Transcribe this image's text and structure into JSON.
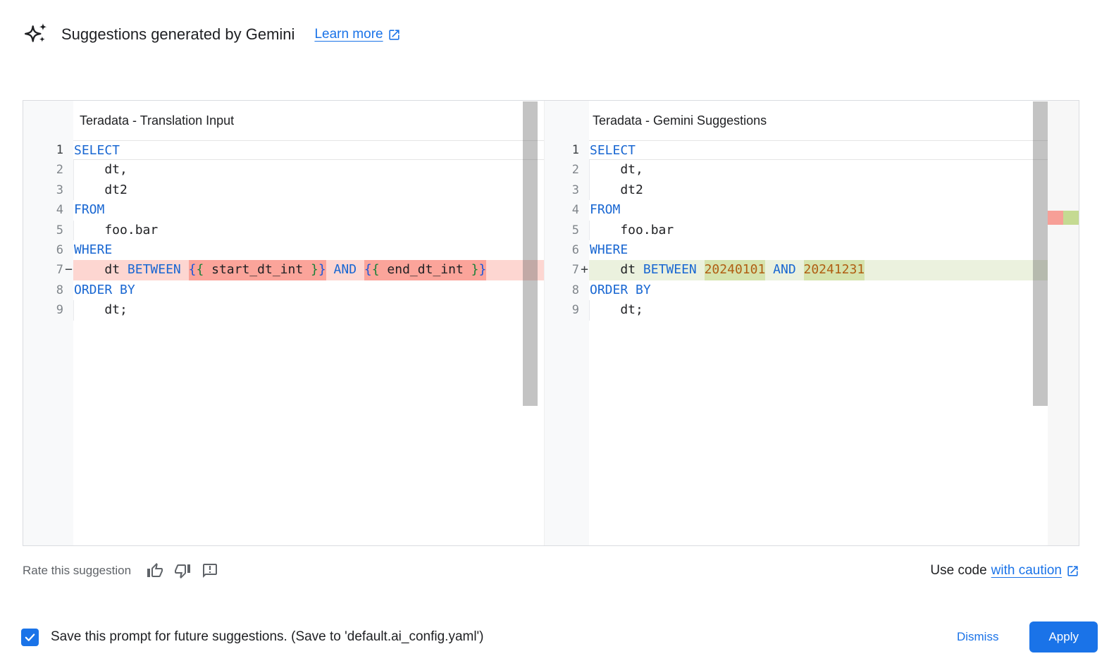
{
  "header": {
    "title": "Suggestions generated by Gemini",
    "learn_more_label": "Learn more"
  },
  "panels": [
    {
      "title": "Teradata - Translation Input",
      "lines": [
        {
          "n": "1",
          "active": true,
          "tokens": [
            {
              "t": "SELECT",
              "c": "kw"
            }
          ]
        },
        {
          "n": "2",
          "indent": true,
          "tokens": [
            {
              "t": "    dt,",
              "c": "pl"
            }
          ]
        },
        {
          "n": "3",
          "indent": true,
          "tokens": [
            {
              "t": "    dt2",
              "c": "pl"
            }
          ]
        },
        {
          "n": "4",
          "tokens": [
            {
              "t": "FROM",
              "c": "kw"
            }
          ]
        },
        {
          "n": "5",
          "indent": true,
          "tokens": [
            {
              "t": "    foo.bar",
              "c": "pl"
            }
          ]
        },
        {
          "n": "6",
          "tokens": [
            {
              "t": "WHERE",
              "c": "kw"
            }
          ]
        },
        {
          "n": "7",
          "sign": "−",
          "hl": "del",
          "tokens": [
            {
              "t": "    ",
              "c": "pl"
            },
            {
              "t": "dt",
              "c": "pl"
            },
            {
              "t": " ",
              "c": "pl"
            },
            {
              "t": "BETWEEN",
              "c": "kw"
            },
            {
              "t": " ",
              "c": "pl"
            },
            {
              "t": "{",
              "c": "brb",
              "hl": "del"
            },
            {
              "t": "{",
              "c": "brg",
              "hl": "del"
            },
            {
              "t": " start_dt_int ",
              "c": "pl",
              "hl": "del"
            },
            {
              "t": "}",
              "c": "brg",
              "hl": "del"
            },
            {
              "t": "}",
              "c": "brb",
              "hl": "del"
            },
            {
              "t": " ",
              "c": "pl"
            },
            {
              "t": "AND",
              "c": "kw"
            },
            {
              "t": " ",
              "c": "pl"
            },
            {
              "t": "{",
              "c": "brb",
              "hl": "del"
            },
            {
              "t": "{",
              "c": "brg",
              "hl": "del"
            },
            {
              "t": " end_dt_int ",
              "c": "pl",
              "hl": "del"
            },
            {
              "t": "}",
              "c": "brg",
              "hl": "del"
            },
            {
              "t": "}",
              "c": "brb",
              "hl": "del"
            }
          ]
        },
        {
          "n": "8",
          "tokens": [
            {
              "t": "ORDER BY",
              "c": "kw"
            }
          ]
        },
        {
          "n": "9",
          "indent": true,
          "tokens": [
            {
              "t": "    dt;",
              "c": "pl"
            }
          ]
        }
      ]
    },
    {
      "title": "Teradata - Gemini Suggestions",
      "lines": [
        {
          "n": "1",
          "active": true,
          "tokens": [
            {
              "t": "SELECT",
              "c": "kw"
            }
          ]
        },
        {
          "n": "2",
          "indent": true,
          "tokens": [
            {
              "t": "    dt,",
              "c": "pl"
            }
          ]
        },
        {
          "n": "3",
          "indent": true,
          "tokens": [
            {
              "t": "    dt2",
              "c": "pl"
            }
          ]
        },
        {
          "n": "4",
          "tokens": [
            {
              "t": "FROM",
              "c": "kw"
            }
          ]
        },
        {
          "n": "5",
          "indent": true,
          "tokens": [
            {
              "t": "    foo.bar",
              "c": "pl"
            }
          ]
        },
        {
          "n": "6",
          "tokens": [
            {
              "t": "WHERE",
              "c": "kw"
            }
          ]
        },
        {
          "n": "7",
          "sign": "+",
          "hl": "add",
          "tokens": [
            {
              "t": "    ",
              "c": "pl"
            },
            {
              "t": "dt",
              "c": "pl"
            },
            {
              "t": " ",
              "c": "pl"
            },
            {
              "t": "BETWEEN",
              "c": "kw"
            },
            {
              "t": " ",
              "c": "pl"
            },
            {
              "t": "20240101",
              "c": "num",
              "hl": "add"
            },
            {
              "t": " ",
              "c": "pl"
            },
            {
              "t": "AND",
              "c": "kw"
            },
            {
              "t": " ",
              "c": "pl"
            },
            {
              "t": "20241231",
              "c": "num",
              "hl": "add"
            }
          ]
        },
        {
          "n": "8",
          "tokens": [
            {
              "t": "ORDER BY",
              "c": "kw"
            }
          ]
        },
        {
          "n": "9",
          "indent": true,
          "tokens": [
            {
              "t": "    dt;",
              "c": "pl"
            }
          ]
        }
      ]
    }
  ],
  "footer": {
    "rate_label": "Rate this suggestion",
    "use_code_label": "Use code",
    "caution_link_label": "with caution"
  },
  "bottom_bar": {
    "checkbox_checked": true,
    "save_label": "Save this prompt for future suggestions. (Save to 'default.ai_config.yaml')",
    "dismiss_label": "Dismiss",
    "apply_label": "Apply"
  },
  "colors": {
    "accent": "#1a73e8",
    "keyword_blue": "#1967d2",
    "number_literal": "#b05e12",
    "deleted_line_bg": "#fdd6d1",
    "deleted_char_bg": "#fba49a",
    "added_line_bg": "#ebf1de",
    "added_char_bg": "#d5e3ad"
  }
}
